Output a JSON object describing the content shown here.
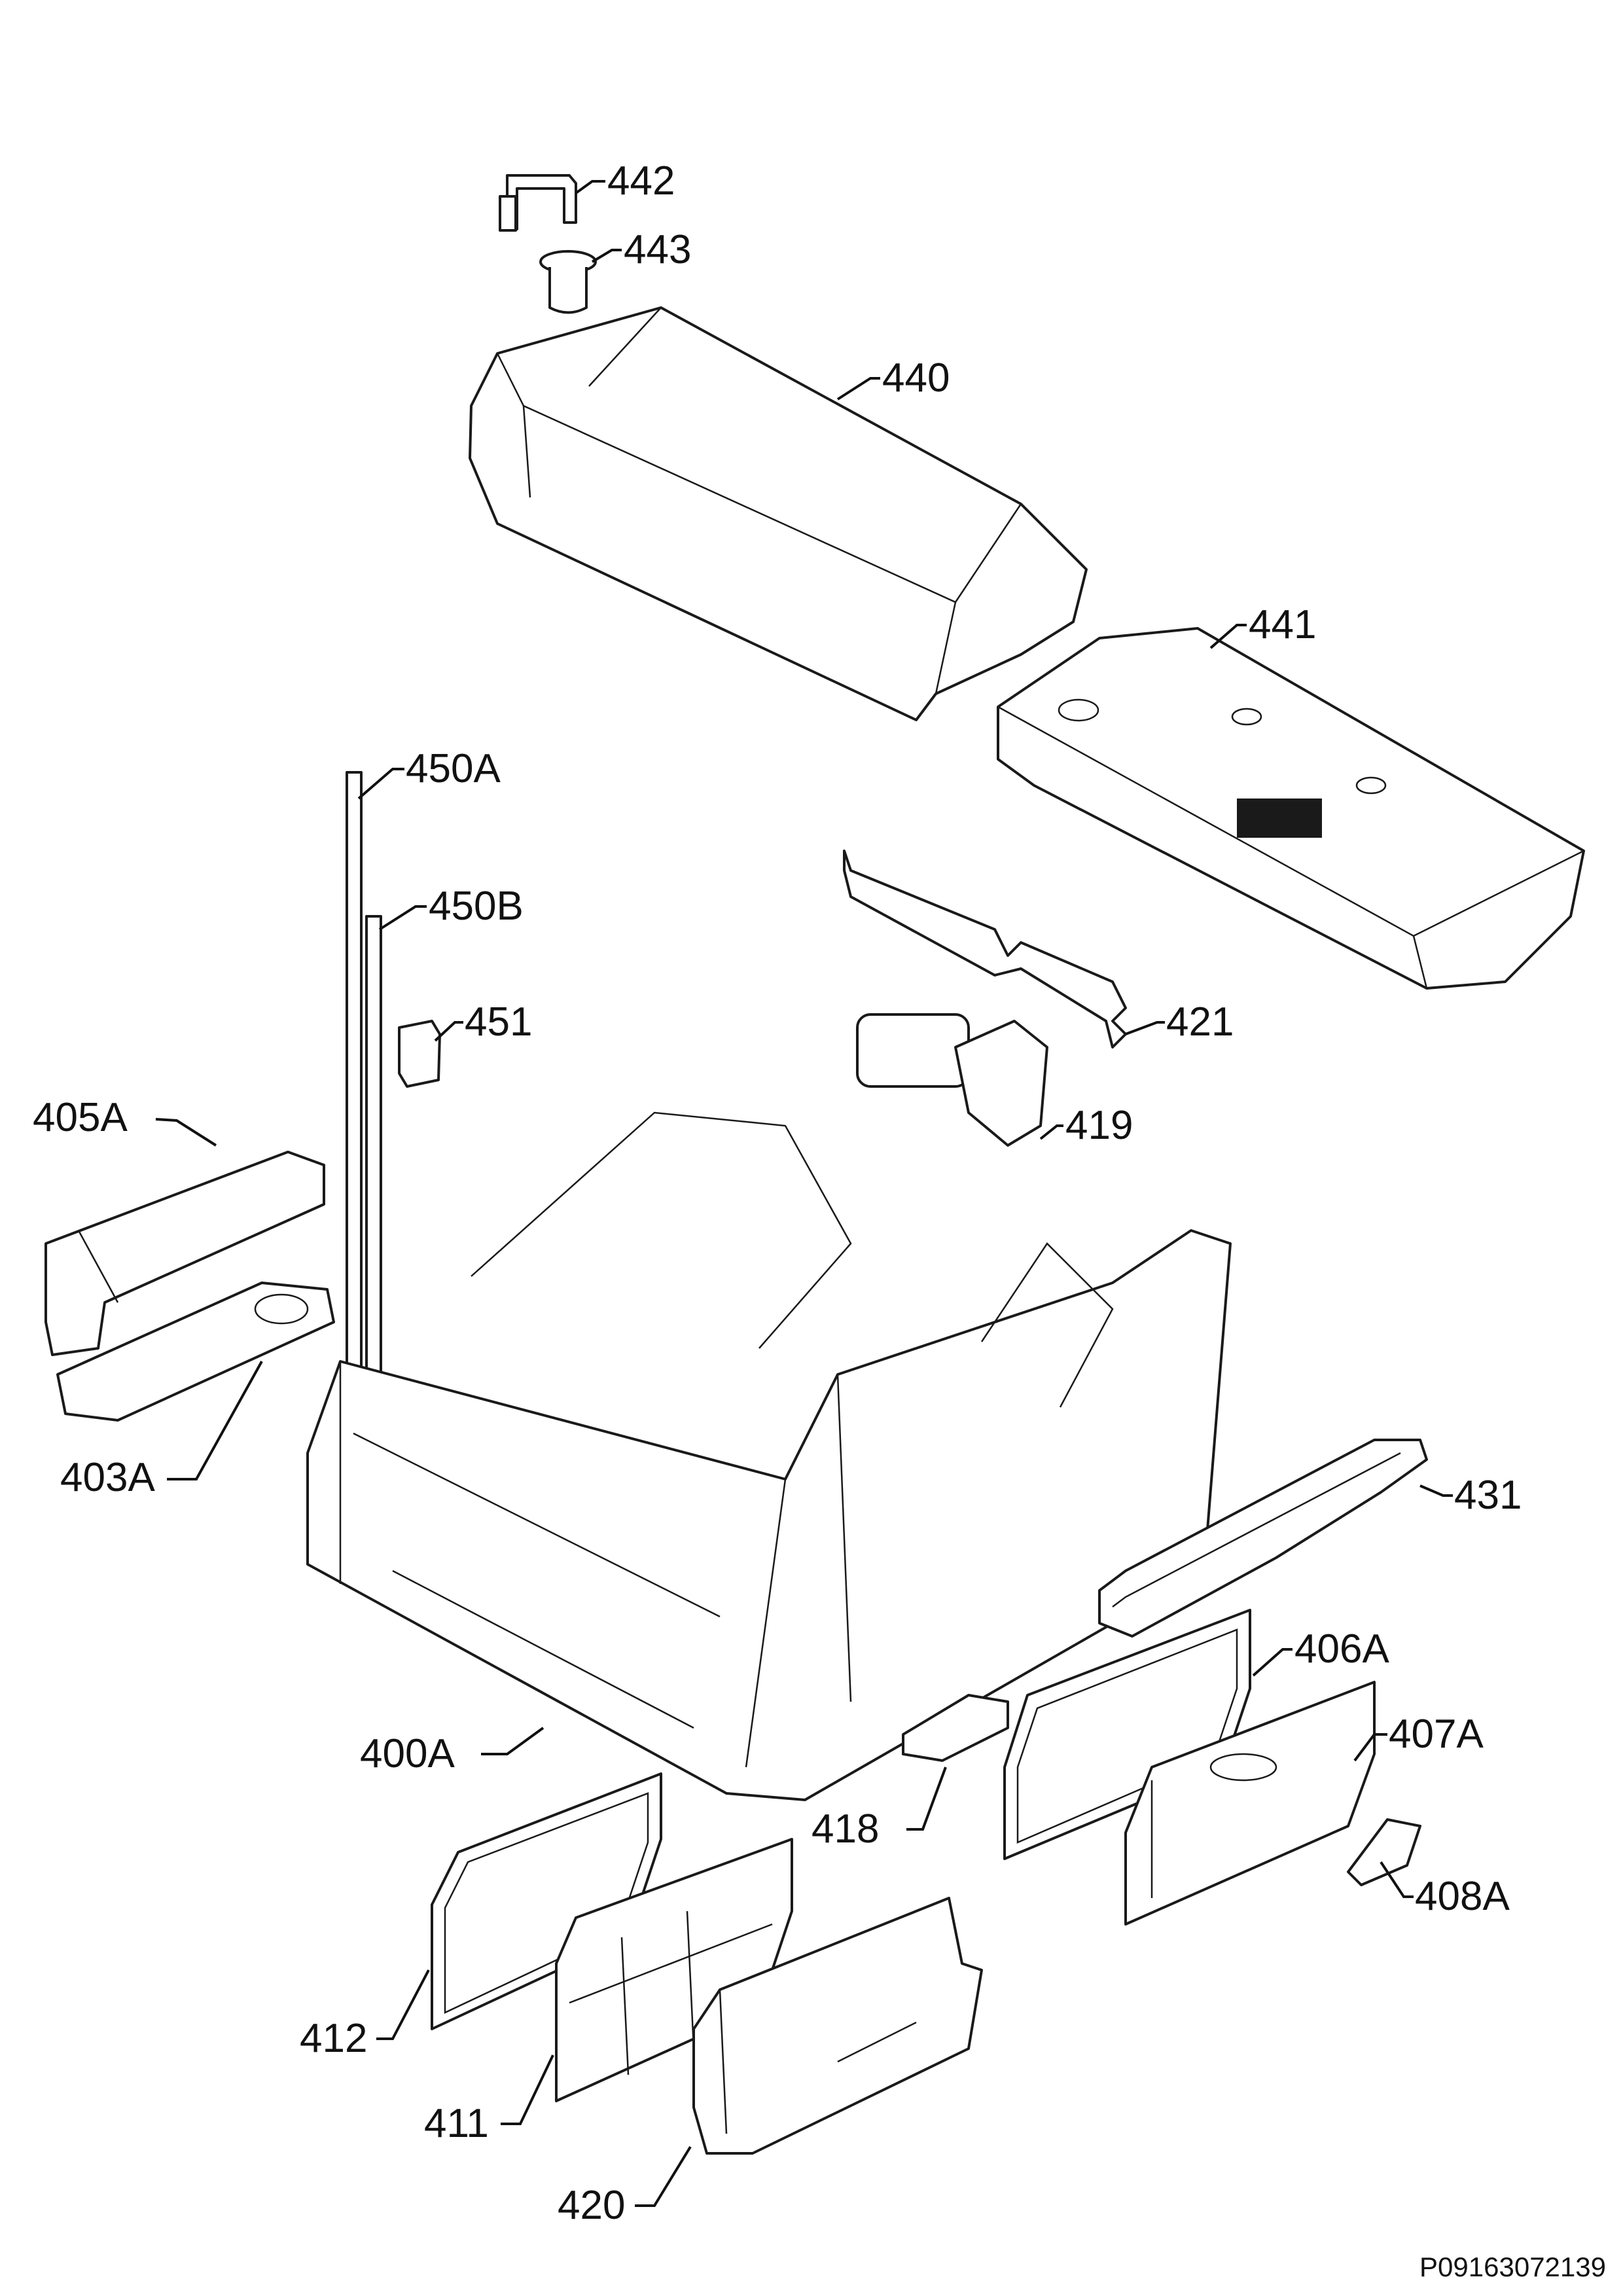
{
  "diagram": {
    "document_code": "P09163072139",
    "callouts": [
      {
        "id": "c442",
        "label": "442"
      },
      {
        "id": "c443",
        "label": "443"
      },
      {
        "id": "c440",
        "label": "440"
      },
      {
        "id": "c441",
        "label": "441"
      },
      {
        "id": "c450a",
        "label": "450A"
      },
      {
        "id": "c450b",
        "label": "450B"
      },
      {
        "id": "c451",
        "label": "451"
      },
      {
        "id": "c421",
        "label": "421"
      },
      {
        "id": "c405a",
        "label": "405A"
      },
      {
        "id": "c419",
        "label": "419"
      },
      {
        "id": "c403a",
        "label": "403A"
      },
      {
        "id": "c431",
        "label": "431"
      },
      {
        "id": "c406a",
        "label": "406A"
      },
      {
        "id": "c400a",
        "label": "400A"
      },
      {
        "id": "c407a",
        "label": "407A"
      },
      {
        "id": "c418",
        "label": "418"
      },
      {
        "id": "c408a",
        "label": "408A"
      },
      {
        "id": "c412",
        "label": "412"
      },
      {
        "id": "c411",
        "label": "411"
      },
      {
        "id": "c420",
        "label": "420"
      }
    ]
  }
}
